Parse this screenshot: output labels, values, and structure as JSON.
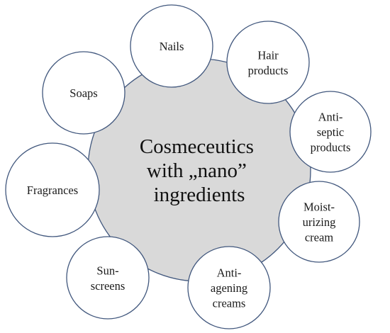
{
  "center": {
    "lines": [
      "Cosmeceutics",
      "with „nano”",
      "ingredients"
    ]
  },
  "satellites": [
    {
      "id": "nails",
      "lines": [
        "Nails"
      ]
    },
    {
      "id": "hair-products",
      "lines": [
        "Hair",
        "products"
      ]
    },
    {
      "id": "antiseptic-products",
      "lines": [
        "Anti-",
        "septic",
        "products"
      ]
    },
    {
      "id": "moisturizing-cream",
      "lines": [
        "Moist-",
        "urizing",
        "cream"
      ]
    },
    {
      "id": "anti-ageing-creams",
      "lines": [
        "Anti-",
        "agening",
        "creams"
      ]
    },
    {
      "id": "sunscreens",
      "lines": [
        "Sun-",
        "screens"
      ]
    },
    {
      "id": "fragrances",
      "lines": [
        "Fragrances"
      ]
    },
    {
      "id": "soaps",
      "lines": [
        "Soaps"
      ]
    }
  ],
  "colors": {
    "center_fill": "#d9d9d9",
    "satellite_fill": "#ffffff",
    "stroke": "#41577d"
  }
}
